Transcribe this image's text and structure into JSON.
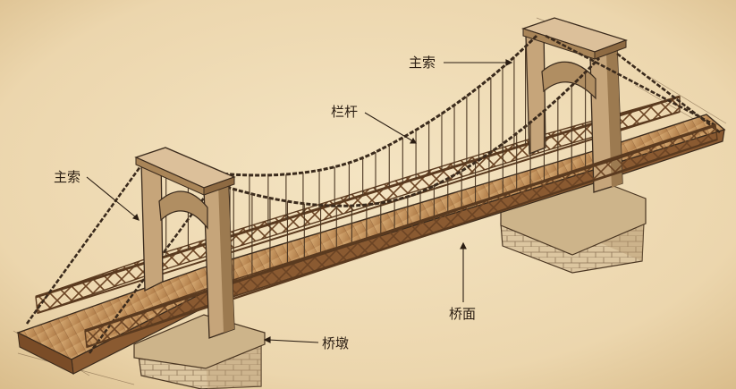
{
  "labels": {
    "main_cable_right": "主索",
    "railing": "栏杆",
    "main_cable_left": "主索",
    "deck": "桥面",
    "pier": "桥墩"
  },
  "colors": {
    "paper": "#efdcb6",
    "ink": "#3a2a1c",
    "wood_light": "#c99a63",
    "wood_dark": "#8a5a31",
    "stone": "#d9c39a",
    "tower": "#c6a57a"
  }
}
